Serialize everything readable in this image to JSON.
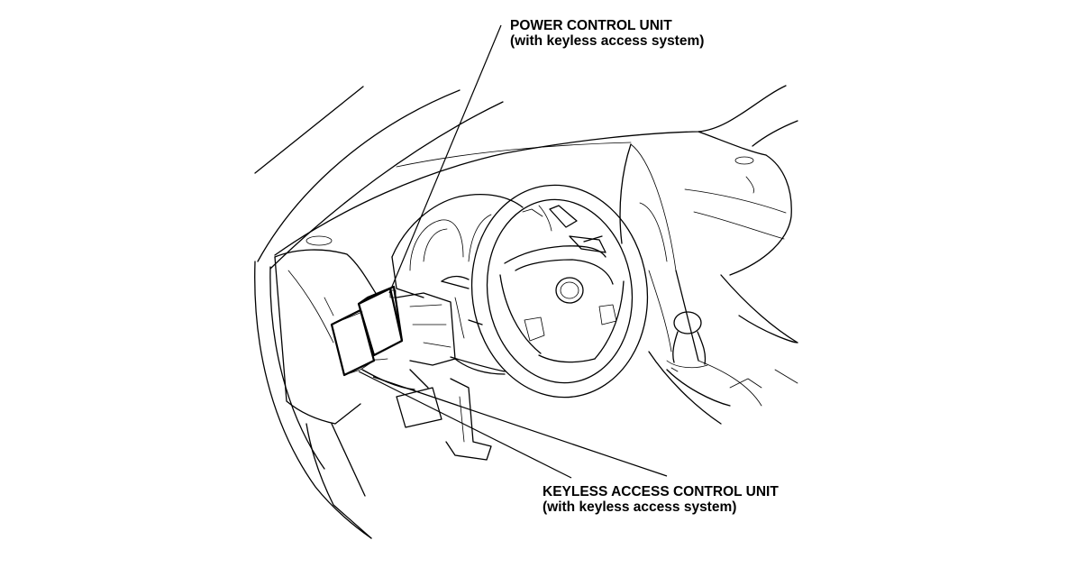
{
  "callouts": {
    "power_control_unit": {
      "title": "POWER CONTROL UNIT",
      "note": "(with keyless access system)"
    },
    "keyless_access_control_unit": {
      "title": "KEYLESS ACCESS CONTROL UNIT",
      "note": "(with keyless access system)"
    }
  }
}
